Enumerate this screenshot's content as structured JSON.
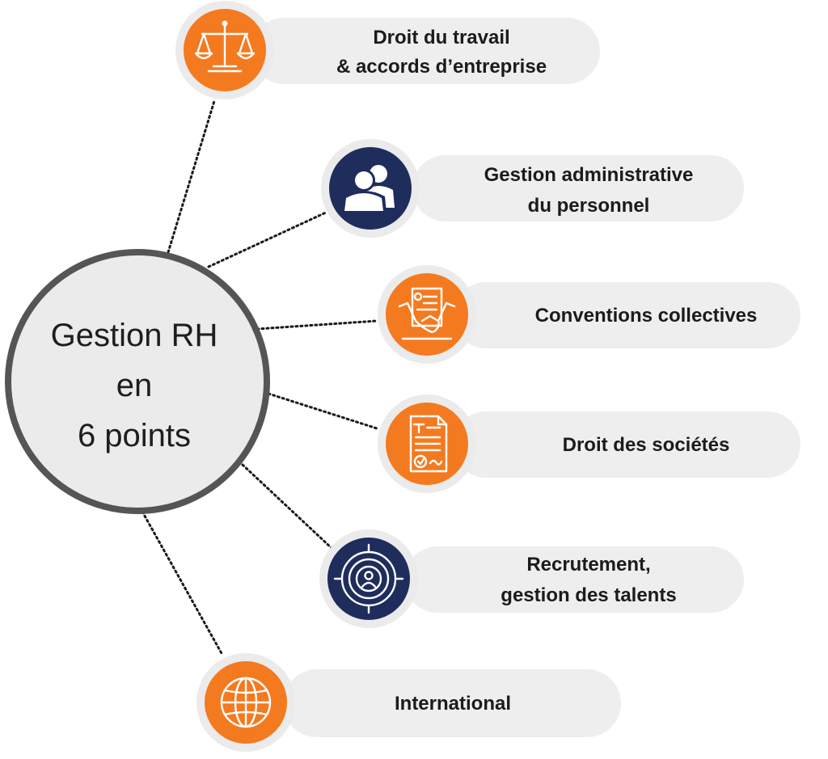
{
  "hub": {
    "lines": [
      "Gestion RH",
      "en",
      "6 points"
    ]
  },
  "colors": {
    "orange": "#f47a20",
    "navy": "#1f2d5c",
    "pill": "#efeeee",
    "hub_border": "#555555",
    "hub_fill": "#ebebeb"
  },
  "items": [
    {
      "lines": [
        "Droit du travail",
        "& accords d’entreprise"
      ],
      "icon": "scales-icon",
      "color": "orange"
    },
    {
      "lines": [
        "Gestion administrative",
        "du personnel"
      ],
      "icon": "people-icon",
      "color": "navy"
    },
    {
      "lines": [
        "Conventions collectives"
      ],
      "icon": "handshake-contract-icon",
      "color": "orange"
    },
    {
      "lines": [
        "Droit des sociétés"
      ],
      "icon": "legal-document-icon",
      "color": "orange"
    },
    {
      "lines": [
        "Recrutement,",
        "gestion des talents"
      ],
      "icon": "target-person-icon",
      "color": "navy"
    },
    {
      "lines": [
        "International"
      ],
      "icon": "globe-icon",
      "color": "orange"
    }
  ]
}
